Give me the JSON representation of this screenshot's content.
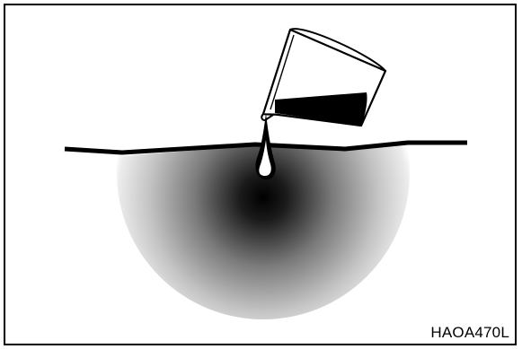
{
  "figure": {
    "code": "HAOA470L"
  },
  "colors": {
    "ink": "#000000",
    "paper": "#ffffff",
    "spill_center": "#000000",
    "spill_edge": "#ffffff"
  },
  "icons": {
    "container": "tilted-cup-icon",
    "drop": "liquid-drop-icon",
    "ground": "ground-line",
    "spill": "spreading-stain"
  }
}
